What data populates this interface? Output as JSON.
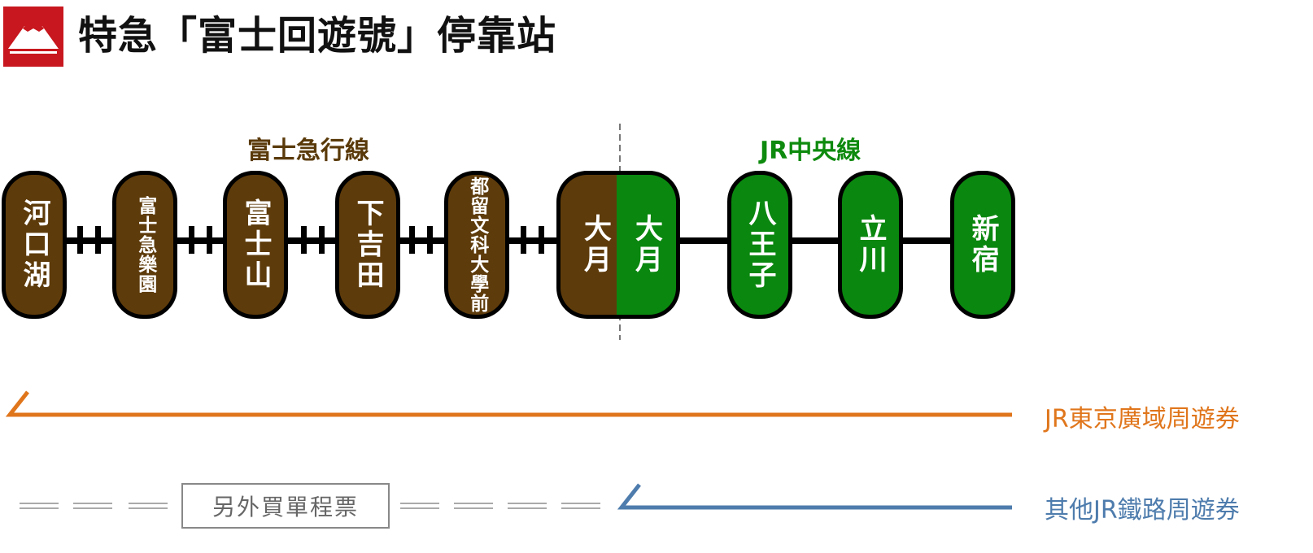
{
  "header": {
    "title": "特急「富士回遊號」停靠站",
    "logo_icon": "mount-fuji-icon"
  },
  "lines": {
    "fujikyu": {
      "label": "富士急行線",
      "color": "#5e3b0b"
    },
    "jr_chuo": {
      "label": "JR中央線",
      "color": "#0a870f"
    }
  },
  "stations": {
    "kawaguchiko": "河口湖",
    "fujikyu_highland": "富士急樂園",
    "fujisan": "富士山",
    "shimoyoshida": "下吉田",
    "tsuru_bunka": "都留文科大學前",
    "otsuki_fujikyu": "大月",
    "otsuki_jr": "大月",
    "hachioji": "八王子",
    "tachikawa": "立川",
    "shinjuku": "新宿"
  },
  "passes": {
    "jr_tokyo_wide": {
      "label": "JR東京廣域周遊券",
      "color": "#e0761c"
    },
    "other_jr": {
      "label": "其他JR鐵路周遊券",
      "color": "#4e7cad"
    },
    "extra_ticket": "另外買單程票"
  }
}
